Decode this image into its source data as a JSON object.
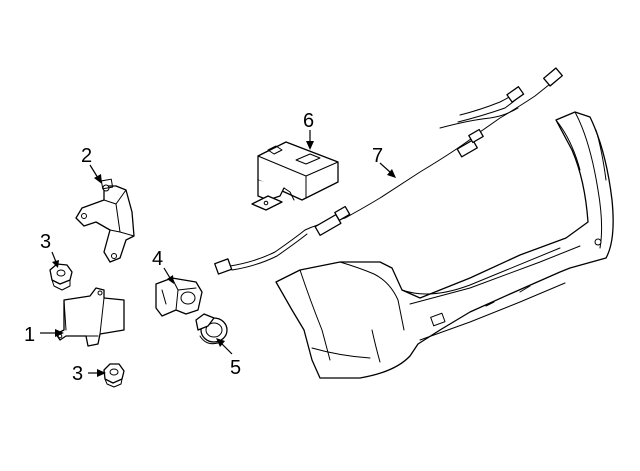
{
  "callouts": {
    "c1": "1",
    "c2": "2",
    "c3a": "3",
    "c3b": "3",
    "c4": "4",
    "c5": "5",
    "c6": "6",
    "c7": "7"
  },
  "colors": {
    "line": "#000000",
    "background": "#ffffff"
  }
}
